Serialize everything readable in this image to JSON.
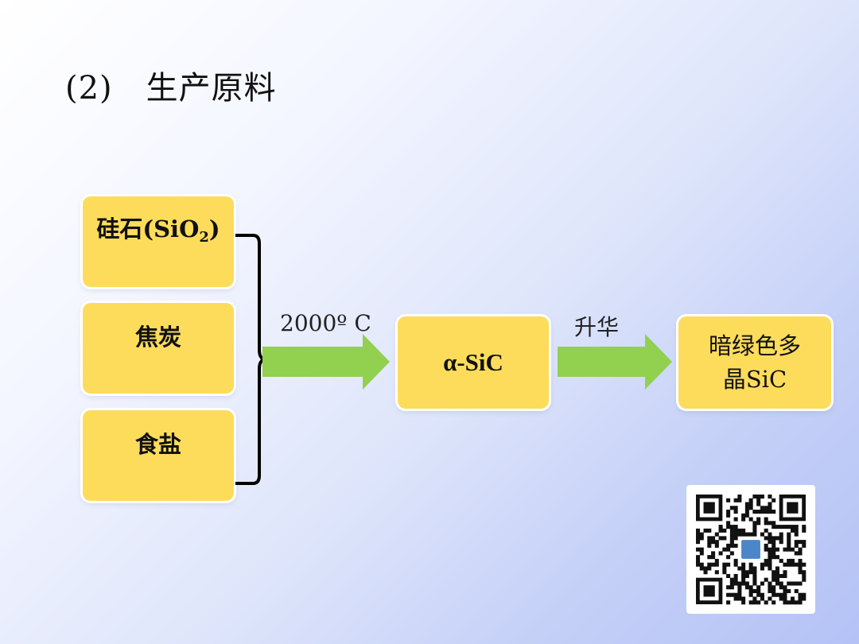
{
  "title": {
    "number": "(2)",
    "text": "生产原料"
  },
  "raw_materials": {
    "silica_main": "硅石(SiO",
    "silica_sub": "2",
    "silica_close": ")",
    "coke": "焦炭",
    "salt": "食盐"
  },
  "process": {
    "step1_condition": "2000º C",
    "intermediate": "α-SiC",
    "step2_condition": "升华",
    "product_line1": "暗绿色多",
    "product_line2": "晶SiC"
  },
  "colors": {
    "box_fill": "#fddc5c",
    "arrow_fill": "#92d050",
    "brace": "#000000"
  },
  "icons": {
    "qr": "qr-code-icon"
  }
}
